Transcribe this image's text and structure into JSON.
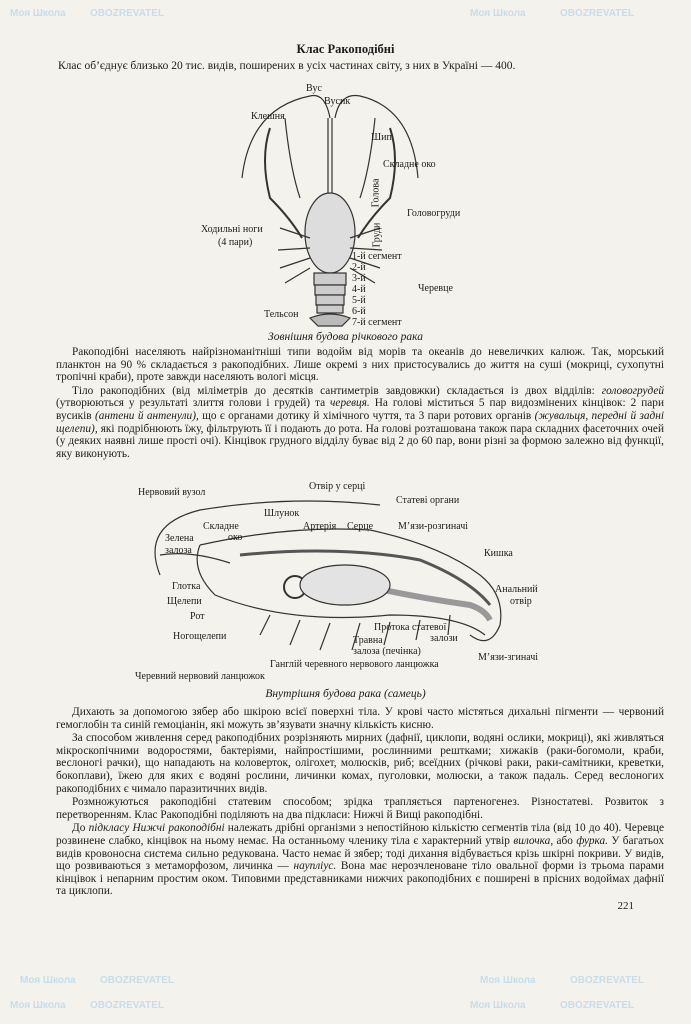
{
  "page": {
    "title": "Клас Ракоподібні",
    "intro": "Клас об’єднує близько 20 тис. видів, поширених в усіх частинах світу, з них в Україні — 400.",
    "page_number": "221"
  },
  "figure1": {
    "caption": "Зовнішня будова річкового рака",
    "labels": {
      "antenna": "Вус",
      "antennule": "Вусик",
      "claw": "Клешня",
      "spine": "Шип",
      "compound_eye": "Складне око",
      "head": "Голова",
      "thorax": "Груди",
      "cephalothorax": "Головогруди",
      "walking_legs": "Ходильні ноги",
      "walking_legs_count": "(4 пари)",
      "seg1": "1-й сегмент",
      "seg2": "2-й",
      "seg3": "3-й",
      "seg4": "4-й",
      "seg5": "5-й",
      "seg6": "6-й",
      "seg7": "7-й сегмент",
      "abdomen": "Черевце",
      "telson": "Тельсон"
    }
  },
  "paragraphs1": [
    [
      {
        "t": "Ракоподібні населяють найрізноманітніші типи водойм від морів та океанів до невеличких калюж. Так, морський планктон на 90 % складається з ракоподібних. Лише окремі з них пристосувались до життя на суші (мокриці, сухопутні тропічні краби), проте завжди населяють вологі місця."
      }
    ],
    [
      {
        "t": "Тіло ракоподібних (від міліметрів до десятків сантиметрів завдовжки) складається із двох відділів: "
      },
      {
        "t": "головогрудей",
        "i": true
      },
      {
        "t": " (утворюються у результаті злиття голови і грудей) та "
      },
      {
        "t": "черевця.",
        "i": true
      },
      {
        "t": " На голові міститься 5 пар видозмінених кінцівок: 2 пари вусиків "
      },
      {
        "t": "(антени й антенули),",
        "i": true
      },
      {
        "t": " що є органами дотику й хімічного чуття, та 3 пари ротових органів "
      },
      {
        "t": "(жувальця, передні й задні щелепи),",
        "i": true
      },
      {
        "t": " які подрібнюють їжу, фільтрують її і подають до рота. На голові розташована також пара складних фасеточних очей (у деяких наявні лише прості очі). Кінцівок грудного відділу буває від 2 до 60 пар, вони різні за формою залежно від функції, яку виконують."
      }
    ]
  ],
  "figure2": {
    "caption": "Внутрішня будова рака (самець)",
    "labels": {
      "nerve_ganglion": "Нервовий вузол",
      "heart_opening": "Отвір у серці",
      "reproductive_organs": "Статеві органи",
      "stomach": "Шлунок",
      "compound_eye_1": "Складне",
      "compound_eye_2": "око",
      "artery": "Артерія",
      "heart": "Серце",
      "extensor_muscles": "М’язи-розгиначі",
      "green_gland_1": "Зелена",
      "green_gland_2": "залоза",
      "intestine": "Кишка",
      "pharynx": "Глотка",
      "anus_1": "Анальний",
      "anus_2": "отвір",
      "jaws": "Щелепи",
      "mouth": "Рот",
      "gonad_duct_1": "Протока статевої",
      "gonad_duct_2": "залози",
      "maxillipeds": "Ногощелепи",
      "digestive_gland_1": "Травна",
      "digestive_gland_2": "залоза (печінка)",
      "flexor_muscles": "М’язи-згиначі",
      "ventral_ganglion": "Ганглій черевного нервового ланцюжка",
      "ventral_nerve_cord": "Черевний нервовий ланцюжок"
    }
  },
  "paragraphs2": [
    [
      {
        "t": "Дихають за допомогою зябер або шкірою всієї поверхні тіла. У крові часто містяться дихальні пігменти — червоний гемоглобін та синій гемоціанін, які можуть зв’язувати значну кількість кисню."
      }
    ],
    [
      {
        "t": "За способом живлення серед ракоподібних розрізняють мирних (дафнії, циклопи, водяні ослики, мокриці), які живляться мікроскопічними водоростями, бактеріями, найпростішими, рослинними рештками; хижаків (раки-богомоли, краби, веслоногі рачки), що нападають на коловерток, олігохет, молюсків, риб; всеїдних (річкові раки, раки-самітники, креветки, бокоплави), їжею для яких є водяні рослини, личинки комах, пуголовки, молюски, а також падаль. Серед веслоногих ракоподібних є чимало паразитичних видів."
      }
    ],
    [
      {
        "t": "Розмножуються ракоподібні статевим способом; зрідка трапляється партеногенез. Різностатеві. Розвиток з перетворенням. Клас Ракоподібні поділяють на два підкласи: Нижчі й Вищі ракоподібні."
      }
    ],
    [
      {
        "t": "До "
      },
      {
        "t": "підкласу Нижчі ракоподібні",
        "i": true
      },
      {
        "t": " належать дрібні організми з непостійною кількістю сегментів тіла (від 10 до 40). Черевце розвинене слабко, кінцівок на ньому немає. На останньому членику тіла є характерний утвір "
      },
      {
        "t": "вилочка,",
        "i": true
      },
      {
        "t": " або "
      },
      {
        "t": "фурка.",
        "i": true
      },
      {
        "t": " У багатьох видів кровоносна система сильно редукована. Часто немає й зябер; тоді дихання відбувається крізь шкірні покриви. У видів, що розвиваються з метаморфозом, личинка — "
      },
      {
        "t": "науплiус.",
        "i": true
      },
      {
        "t": " Вона має нерозчленоване тіло овальної форми із трьома парами кінцівок і непарним простим оком. Типовими представниками нижчих ракоподібних є поширені в прісних водоймах дафнії та циклопи."
      }
    ]
  ],
  "watermark": {
    "school": "Моя Школа",
    "brand": "OBOZREVATEL"
  }
}
